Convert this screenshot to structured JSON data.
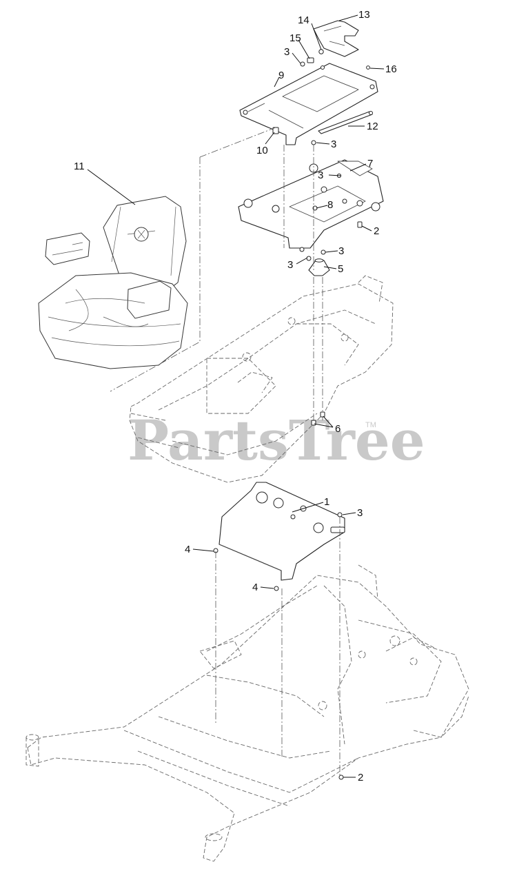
{
  "watermark": {
    "text": "PartsTree",
    "trademark": "TM"
  },
  "callouts": {
    "c13": "13",
    "c14": "14",
    "c15": "15",
    "c3a": "3",
    "c16": "16",
    "c9": "9",
    "c12": "12",
    "c10": "10",
    "c3b": "3",
    "c11": "11",
    "c7": "7",
    "c3c": "3",
    "c8": "8",
    "c2a": "2",
    "c3d": "3",
    "c3e": "3",
    "c5": "5",
    "c6": "6",
    "c1": "1",
    "c3f": "3",
    "c4a": "4",
    "c4b": "4",
    "c2b": "2"
  }
}
